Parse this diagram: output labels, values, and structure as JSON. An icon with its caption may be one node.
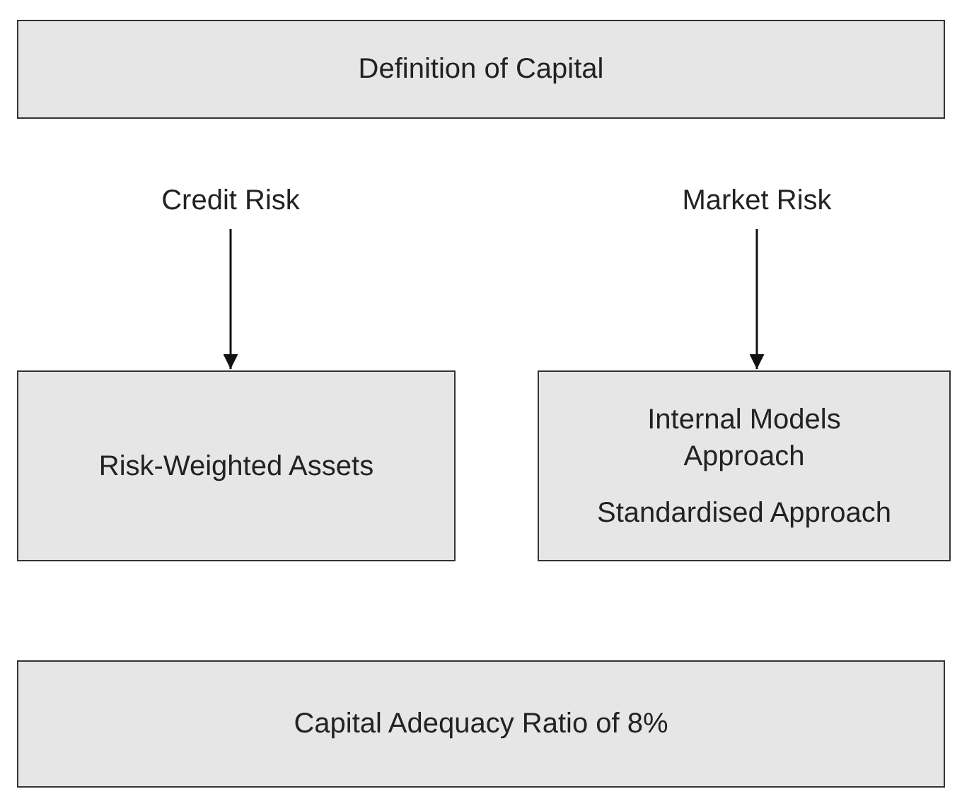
{
  "diagram": {
    "nodes": [
      {
        "text": [
          "Definition of Capital"
        ]
      },
      {
        "text": [
          "Credit Risk"
        ]
      },
      {
        "text": [
          "Market Risk"
        ]
      },
      {
        "text": [
          "Risk-Weighted Assets"
        ]
      },
      {
        "text": [
          "Internal Models Approach",
          "Standardised Approach"
        ]
      },
      {
        "text": [
          "Capital Adequacy Ratio of 8%"
        ]
      }
    ],
    "edges": [
      {
        "from": 1,
        "to": 3,
        "arrow": "to"
      },
      {
        "from": 2,
        "to": 4,
        "arrow": "to"
      }
    ]
  }
}
